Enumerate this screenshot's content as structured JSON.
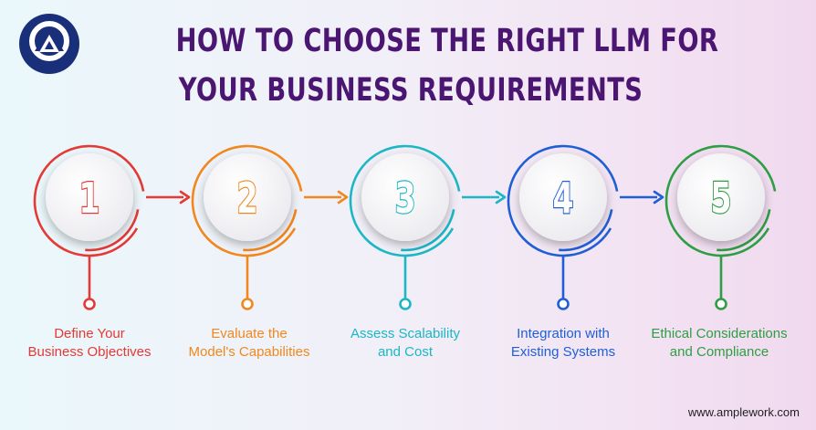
{
  "title": {
    "line1": "HOW TO CHOOSE THE RIGHT LLM FOR",
    "line2": "YOUR BUSINESS REQUIREMENTS"
  },
  "brand": {
    "icon": "amplework-logo-icon",
    "color": "#1a2f7a",
    "website": "www.amplework.com"
  },
  "steps": [
    {
      "number": "1",
      "label_line1": "Define Your",
      "label_line2": "Business Objectives",
      "color": "#e53935"
    },
    {
      "number": "2",
      "label_line1": "Evaluate the",
      "label_line2": "Model's Capabilities",
      "color": "#f2871d"
    },
    {
      "number": "3",
      "label_line1": "Assess Scalability",
      "label_line2": "and Cost",
      "color": "#1bb7c4"
    },
    {
      "number": "4",
      "label_line1": "Integration with",
      "label_line2": "Existing Systems",
      "color": "#1f5fd6"
    },
    {
      "number": "5",
      "label_line1": "Ethical Considerations",
      "label_line2": "and Compliance",
      "color": "#2e9e43"
    }
  ]
}
